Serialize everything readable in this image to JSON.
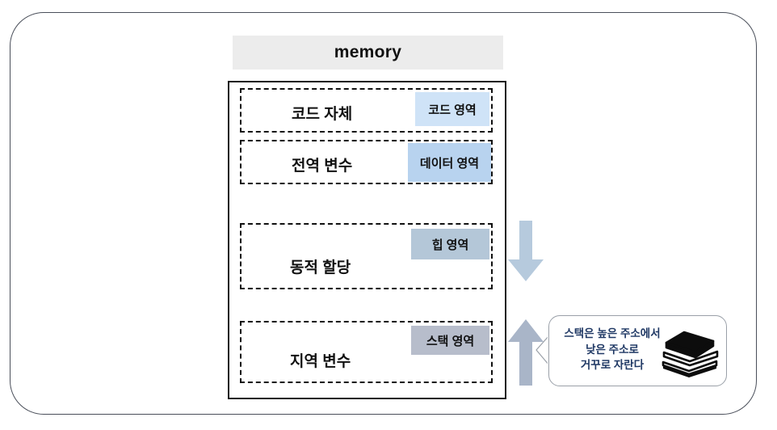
{
  "frame": {
    "name": "memory-layout-diagram"
  },
  "header": {
    "title": "memory"
  },
  "segments": [
    {
      "id": "code",
      "label": "코드 자체",
      "badge": "코드 영역",
      "badge_color": "#cfe3f7"
    },
    {
      "id": "data",
      "label": "전역 변수",
      "badge": "데이터 영역",
      "badge_color": "#b8d3ef"
    },
    {
      "id": "heap",
      "label": "동적 할당",
      "badge": "힙 영역",
      "badge_color": "#b4c7d8"
    },
    {
      "id": "stack",
      "label": "지역 변수",
      "badge": "스택 영역",
      "badge_color": "#b7bdcb"
    }
  ],
  "arrows": [
    {
      "id": "heap-growth",
      "direction": "down",
      "color": "#b6cadd"
    },
    {
      "id": "stack-growth",
      "direction": "up",
      "color": "#a9b5c8"
    }
  ],
  "callout": {
    "line1": "스택은 높은 주소에서",
    "line2": "낮은 주소로",
    "line3": "거꾸로 자란다",
    "icon": "stacked-books-icon",
    "text_color": "#1f3864"
  }
}
